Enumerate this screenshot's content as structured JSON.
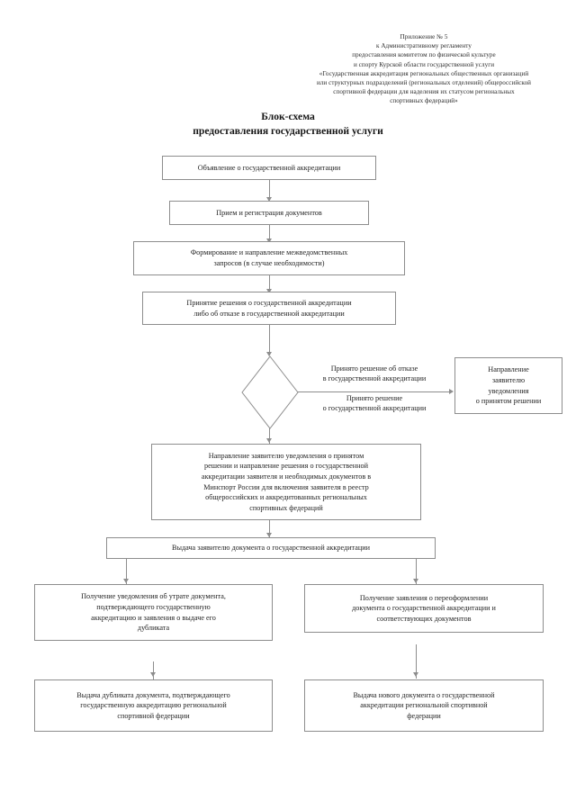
{
  "document": {
    "header_lines": [
      "Приложение № 5",
      "к Административному регламенту",
      "предоставления комитетом по физической культуре",
      "и спорту Курской области государственной услуги",
      "«Государственная аккредитация региональных общественных организаций",
      "или структурных подразделений (региональных отделений) общероссийской",
      "спортивной федерации для наделения их статусом региональных",
      "спортивных федераций»"
    ],
    "title_lines": [
      "Блок-схема",
      "предоставления государственной услуги"
    ]
  },
  "chart_data": {
    "type": "diagram",
    "title": "Блок-схема предоставления государственной услуги",
    "orientation": "top-to-bottom",
    "nodes": [
      {
        "id": "n1",
        "shape": "process",
        "lines": [
          "Объявление о государственной аккредитации"
        ]
      },
      {
        "id": "n2",
        "shape": "process",
        "lines": [
          "Прием и регистрация документов"
        ]
      },
      {
        "id": "n3",
        "shape": "process",
        "lines": [
          "Формирование и направление межведомственных",
          "запросов (в случае необходимости)"
        ]
      },
      {
        "id": "n4",
        "shape": "process",
        "lines": [
          "Принятие решения о государственной аккредитации",
          "либо об отказе в государственной аккредитации"
        ]
      },
      {
        "id": "d1",
        "shape": "decision",
        "lines": []
      },
      {
        "id": "n5",
        "shape": "process",
        "lines": [
          "Направление",
          "заявителю",
          "уведомления",
          "о принятом решении"
        ]
      },
      {
        "id": "n6",
        "shape": "process",
        "lines": [
          "Направление заявителю уведомления о принятом",
          "решении и направление решения о государственной",
          "аккредитации заявителя и необходимых документов в",
          "Минспорт России для включения заявителя в реестр",
          "общероссийских и аккредитованных региональных",
          "спортивных федераций"
        ]
      },
      {
        "id": "n7",
        "shape": "process",
        "lines": [
          "Выдача заявителю документа о государственной аккредитации"
        ]
      },
      {
        "id": "n8",
        "shape": "process",
        "lines": [
          "Получение уведомления об утрате документа,",
          "подтверждающего государственную",
          "аккредитацию и заявления о выдаче его",
          "дубликата"
        ]
      },
      {
        "id": "n9",
        "shape": "process",
        "lines": [
          "Получение заявления о переоформлении",
          "документа о государственной аккредитации и",
          "соответствующих документов"
        ]
      },
      {
        "id": "n10",
        "shape": "process",
        "lines": [
          "Выдача дубликата документа, подтверждающего",
          "государственную аккредитацию региональной",
          "спортивной федерации"
        ]
      },
      {
        "id": "n11",
        "shape": "process",
        "lines": [
          "Выдача нового документа о государственной",
          "аккредитации региональной спортивной",
          "федерации"
        ]
      }
    ],
    "edge_labels": [
      {
        "id": "e-refuse",
        "lines": [
          "Принято решение об отказе",
          "в государственной аккредитации"
        ]
      },
      {
        "id": "e-accredit",
        "lines": [
          "Принято решение",
          "о государственной аккредитации"
        ]
      }
    ],
    "edges": [
      {
        "from": "n1",
        "to": "n2",
        "type": "arrow-down"
      },
      {
        "from": "n2",
        "to": "n3",
        "type": "arrow-down"
      },
      {
        "from": "n3",
        "to": "n4",
        "type": "arrow-down"
      },
      {
        "from": "n4",
        "to": "d1",
        "type": "arrow-down"
      },
      {
        "from": "d1",
        "to": "n5",
        "type": "arrow-right",
        "label": "e-refuse"
      },
      {
        "from": "d1",
        "to": "n6",
        "type": "arrow-down",
        "label": "e-accredit"
      },
      {
        "from": "n6",
        "to": "n7",
        "type": "arrow-down"
      },
      {
        "from": "n7",
        "to": "n8",
        "type": "arrow-down"
      },
      {
        "from": "n7",
        "to": "n9",
        "type": "arrow-down"
      },
      {
        "from": "n8",
        "to": "n10",
        "type": "arrow-down"
      },
      {
        "from": "n9",
        "to": "n11",
        "type": "arrow-down"
      }
    ],
    "colors": {
      "stroke": "#8d8d8d",
      "text": "#242424",
      "background": "#ffffff"
    }
  }
}
